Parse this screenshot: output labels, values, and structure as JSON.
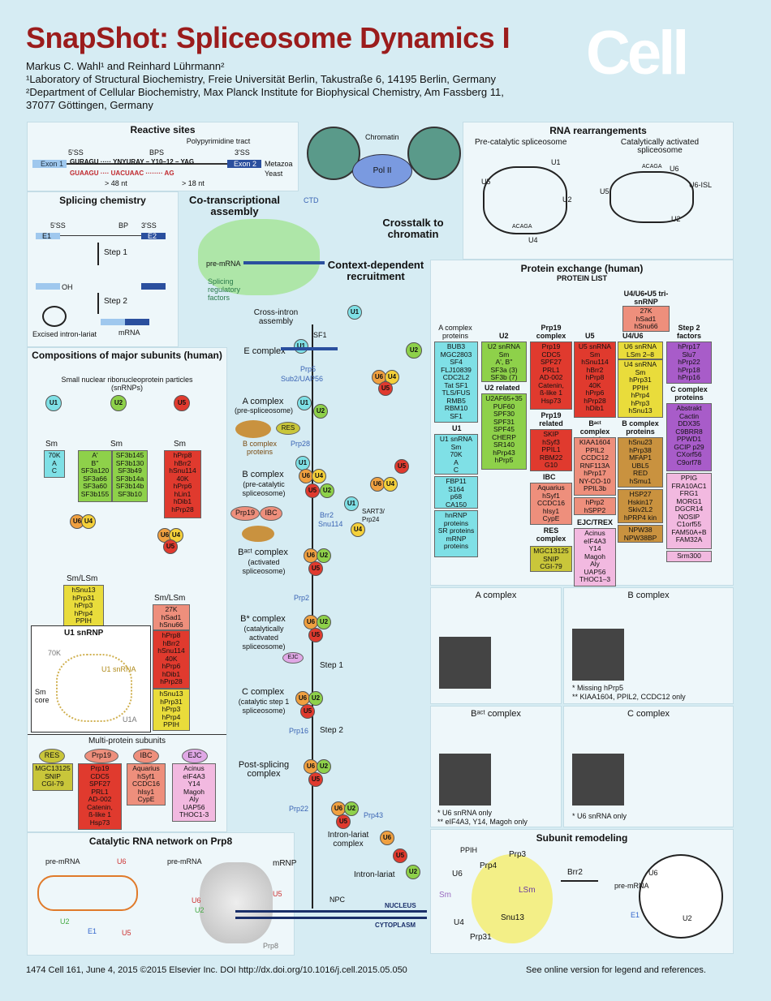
{
  "header": {
    "title": "SnapShot: Spliceosome Dynamics I",
    "authors": "Markus C. Wahl¹ and Reinhard Lührmann²",
    "affil1": "¹Laboratory of Structural Biochemistry, Freie Universität Berlin, Takustraße 6, 14195 Berlin, Germany",
    "affil2": "²Department of Cellular Biochemistry, Max Planck Institute for Biophysical Chemistry, Am Fassberg 11,",
    "affil3": "37077 Göttingen, Germany",
    "logo": "Cell"
  },
  "reactive_sites": {
    "title": "Reactive sites",
    "ss5": "5'SS",
    "bps": "BPS",
    "polypyr": "Polypyrimidine tract",
    "ss3": "3'SS",
    "exon1": "Exon 1",
    "exon2": "Exon 2",
    "seq_metazoa": "GURAGU ····· YNYURAY – Y10–12 – YAG",
    "seq_yeast": "GUAAGU ···· UACUAAC ········ AG",
    "nt48": "> 48 nt",
    "nt18": "> 18 nt",
    "metazoa": "Metazoa",
    "yeast": "Yeast"
  },
  "splicing_chemistry": {
    "title": "Splicing chemistry",
    "step1": "Step 1",
    "step2": "Step 2",
    "e1": "E1",
    "e2": "E2",
    "ss5": "5'SS",
    "bp": "BP",
    "ss3": "3'SS",
    "oh": "OH",
    "excised": "Excised intron-lariat",
    "mrna": "mRNA"
  },
  "compositions": {
    "title": "Compositions of major subunits (human)",
    "subtitle": "Small nuclear ribonucleoprotein particles (snRNPs)",
    "sm": "Sm",
    "u1_box": "70K\nA\nC",
    "u2_box_left": "A'\nB''\nSF3a120\nSF3a66\nSF3a60\nSF3b155",
    "u2_box_right": "SF3b145\nSF3b130\nSF3b49\nSF3b14a\nSF3b14b\nSF3b10",
    "u5_box": "hPrp8\nhBrr2\nhSnu114\n40K\nhPrp6\nhLin1\nhDib1\nhPrp28",
    "sm_lsm": "Sm/LSm",
    "u4u6_box": "hSnu13\nhPrp31\nhPrp3\nhPrp4\nPPIH",
    "tri_box1": "27K\nhSad1\nhSnu66",
    "tri_box2": "hPrp8\nhBrr2\nhSnu114\n40K\nhPrp6\nhDib1\nhPrp28",
    "tri_box3": "hSnu13\nhPrp31\nhPrp3\nhPrp4\nPPIH",
    "u1_snrnp": "U1 snRNP",
    "k70": "70K",
    "u1snrna": "U1 snRNA",
    "smcore": "Sm core",
    "u1a": "U1A"
  },
  "multi_protein": {
    "title": "Multi-protein subunits",
    "res": "RES",
    "res_box": "MGC13125\nSNIP\nCGI-79",
    "prp19": "Prp19",
    "prp19_box": "Prp19\nCDC5\nSPF27\nPRL1\nAD-002\nCatenin,\nß-like 1\nHsp73",
    "ibc": "IBC",
    "ibc_box": "Aquarius\nhSyf1\nCCDC16\nhIsy1\nCypE",
    "ejc": "EJC",
    "ejc_box": "Acinus\neIF4A3\nY14\nMagoh\nAly\nUAP56\nTHOC1-3"
  },
  "catalytic": {
    "title": "Catalytic RNA network on Prp8",
    "premrna": "pre-mRNA",
    "u6": "U6",
    "u2": "U2",
    "u5": "U5",
    "e1": "E1",
    "prp8": "Prp8"
  },
  "center": {
    "cotranscriptional": "Co-transcriptional assembly",
    "crosstalk": "Crosstalk to chromatin",
    "chromatin": "Chromatin",
    "pol2": "Pol II",
    "ctd": "CTD",
    "premrna": "pre-mRNA",
    "splicing_factors": "Splicing regulatory factors",
    "context": "Context-dependent recruitment",
    "cross_intron": "Cross-intron assembly",
    "sf1": "SF1",
    "e_complex": "E complex",
    "prp5": "Prp5",
    "sub2": "Sub2/UAP56",
    "a_complex": "A complex",
    "a_sub": "(pre-spliceosome)",
    "res": "RES",
    "b_proteins": "B complex proteins",
    "prp28": "Prp28",
    "b_complex": "B complex",
    "b_sub": "(pre-catalytic spliceosome)",
    "prp19": "Prp19",
    "ibc": "IBC",
    "brr2": "Brr2",
    "snu114": "Snu114",
    "sart3": "SART3/ Prp24",
    "bact": "Bᵃᶜᵗ complex",
    "bact_sub": "(activated spliceosome)",
    "prp2": "Prp2",
    "bstar": "B* complex",
    "bstar_sub": "(catalytically activated spliceosome)",
    "ejc": "EJC",
    "step1": "Step 1",
    "c_complex": "C complex",
    "c_sub": "(catalytic step 1 spliceosome)",
    "prp16": "Prp16",
    "step2": "Step 2",
    "post": "Post-splicing complex",
    "prp22": "Prp22",
    "prp43": "Prp43",
    "ilc": "Intron-lariat complex",
    "mrnp": "mRNP",
    "intron_lariat": "Intron-lariat",
    "npc": "NPC",
    "nucleus": "NUCLEUS",
    "cytoplasm": "CYTOPLASM",
    "u1": "U1",
    "u2": "U2",
    "u4": "U4",
    "u5": "U5",
    "u6": "U6"
  },
  "rna_rearr": {
    "title": "RNA rearrangements",
    "pre": "Pre-catalytic spliceosome",
    "act": "Catalytically activated spliceosome",
    "u1": "U1",
    "u2": "U2",
    "u4": "U4",
    "u5": "U5",
    "u6": "U6",
    "u6isl": "U6-ISL",
    "acaga": "ACAGA"
  },
  "protein_exchange": {
    "title": "Protein exchange (human)",
    "list": "PROTEIN LIST",
    "tri": "U4/U6•U5 tri-snRNP",
    "tri_box": "27K\nhSad1\nhSnu66",
    "col_a": "A complex proteins",
    "a_box": "BUB3\nMGC2803\nSF4\nFLJ10839\nCDC2L2\nTat SF1\nTLS/FUS\nRMB5\nRBM10\nSF1",
    "u1_h": "U1",
    "u1_box": "U1 snRNA\nSm\n70K\nA\nC",
    "u1_box2": "FBP11\nS164\np68\nCA150",
    "u1_box3": "hnRNP proteins\nSR proteins\nmRNP proteins",
    "col_u2": "U2",
    "u2_box": "U2 snRNA\nSm\nA', B''\nSF3a (3)\nSF3b (7)",
    "u2_related": "U2 related",
    "u2r_box": "U2AF65+35\nPUF60\nSPF30\nSPF31\nSPF45\nCHERP\nSR140\nhPrp43\nhPrp5",
    "col_prp19": "Prp19 complex",
    "prp19_box": "Prp19\nCDC5\nSPF27\nPRL1\nAD-002\nCatenin,\nß-like 1\nHsp73",
    "prp19_rel": "Prp19 related",
    "prp19r_box": "SKIP\nhSyf3\nPPIL1\nRBM22\nG10",
    "ibc": "IBC",
    "ibc_box": "Aquarius\nhSyf1\nCCDC16\nhIsy1\nCypE",
    "res": "RES complex",
    "res_box": "MGC13125\nSNIP\nCGI-79",
    "col_u5": "U5",
    "u5_box": "U5 snRNA\nSm\nhSnu114\nhBrr2\nhPrp8\n40K\nhPrp6\nhPrp28\nhDib1",
    "bact_h": "Bᵃᶜᵗ complex proteins",
    "bact_box": "KIAA1604\nPPIL2\nCCDC12\nRNF113A\nhPrp17\nNY-CO-10\nPPIL3b",
    "bact_box2": "hPrp2\nhSPP2",
    "ejc_h": "EJC/TREX",
    "ejc_box": "Acinus\neIF4A3\nY14\nMagoh\nAly\nUAP56\nTHOC1–3",
    "col_u46": "U4/U6",
    "u46_box1": "U6 snRNA\nLSm 2–8",
    "u46_box2": "U4 snRNA\nSm\nhPrp31\nPPIH\nhPrp4\nhPrp3\nhSnu13",
    "b_h": "B complex proteins",
    "b_box": "hSnu23\nhPrp38\nMFAP1\nUBL5\nRED\nhSmu1",
    "b_box2": "HSP27\nHskin17\nSkiv2L2\nhPRP4 kin",
    "b_box3": "NPW38\nNPW38BP",
    "col_step2": "Step 2 factors",
    "step2_box": "hPrp17\nSlu7\nhPrp22\nhPrp18\nhPrp16",
    "c_h": "C complex proteins",
    "c_box": "Abstrakt\nCactin\nDDX35\nC9BRR8\nPPWD1\nGCIP p29\nCXorf56\nC9orf78",
    "c_box2": "PPIG\nFRA10AC1\nFRG1\nMORG1\nDGCR14\nNOSIP\nC1orf55\nFAM50A+B\nFAM32A",
    "c_box3": "Srm300"
  },
  "em_panels": {
    "a": "A complex",
    "b": "B complex",
    "b_note1": "*  Missing hPrp5",
    "b_note2": "** KIAA1604, PPIL2, CCDC12 only",
    "bact": "Bᵃᶜᵗ complex",
    "bact_note1": "*  U6 snRNA only",
    "bact_note2": "** eIF4A3, Y14, Magoh only",
    "c": "C complex",
    "c_note1": "*  U6 snRNA only"
  },
  "remodeling": {
    "title": "Subunit remodeling",
    "ppih": "PPIH",
    "prp4": "Prp4",
    "prp3": "Prp3",
    "u6": "U6",
    "lsm": "LSm",
    "sm": "Sm",
    "u4": "U4",
    "snu13": "Snu13",
    "prp31": "Prp31",
    "brr2": "Brr2",
    "premrna": "pre-mRNA",
    "e1": "E1",
    "u2": "U2"
  },
  "footer": {
    "left": "1474   Cell 161, June 4, 2015 ©2015 Elsevier Inc.    DOI http://dx.doi.org/10.1016/j.cell.2015.05.050",
    "right": "See online version for legend and references."
  },
  "colors": {
    "title": "#9b1c1c",
    "u1": "#7fe0e6",
    "u2": "#8ed14a",
    "u4": "#f4d03a",
    "u5": "#e03a2e",
    "u6": "#f0a040",
    "background": "#d6ecf3"
  }
}
